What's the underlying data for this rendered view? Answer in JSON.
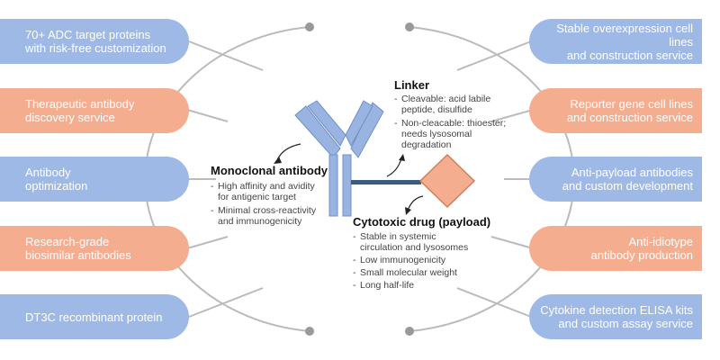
{
  "left_services": [
    {
      "label": "70+ ADC  target proteins\nwith risk-free customization",
      "color": "blue"
    },
    {
      "label": "Therapeutic antibody\ndiscovery service",
      "color": "orange"
    },
    {
      "label": "Antibody\noptimization",
      "color": "blue"
    },
    {
      "label": "Research-grade\nbiosimilar antibodies",
      "color": "orange"
    },
    {
      "label": "DT3C recombinant protein",
      "color": "blue"
    }
  ],
  "right_services": [
    {
      "label": "Stable overexpression cell lines\nand construction service",
      "color": "blue"
    },
    {
      "label": "Reporter gene cell lines\nand construction service",
      "color": "orange"
    },
    {
      "label": "Anti-payload antibodies\nand custom development",
      "color": "blue"
    },
    {
      "label": "Anti-idiotype\nantibody production",
      "color": "orange"
    },
    {
      "label": "Cytokine detection ELISA kits\nand custom assay service",
      "color": "blue"
    }
  ],
  "antibody": {
    "title": "Monoclonal antibody",
    "points": [
      "High affinity and avidity\nfor antigenic target",
      "Minimal cross-reactivity\nand immunogenicity"
    ]
  },
  "linker": {
    "title": "Linker",
    "points": [
      "Cleavable: acid labile\npeptide, disulfide",
      "Non-cleacable: thioester;\nneeds lysosomal\ndegradation"
    ]
  },
  "payload": {
    "title": "Cytotoxic drug (payload)",
    "points": [
      "Stable in systemic\ncirculation and lysosomes",
      "Low immunogenicity",
      "Small molecular weight",
      "Long half-life"
    ]
  },
  "colors": {
    "blue": "#9fb9e6",
    "orange": "#f4ad8f",
    "antibody_fill": "#9ab4e2",
    "antibody_stroke": "#6f8fc8",
    "linker": "#3d5a80",
    "payload_fill": "#f4ad8f",
    "payload_stroke": "#d07f5d",
    "connector": "#bbbbbb"
  }
}
